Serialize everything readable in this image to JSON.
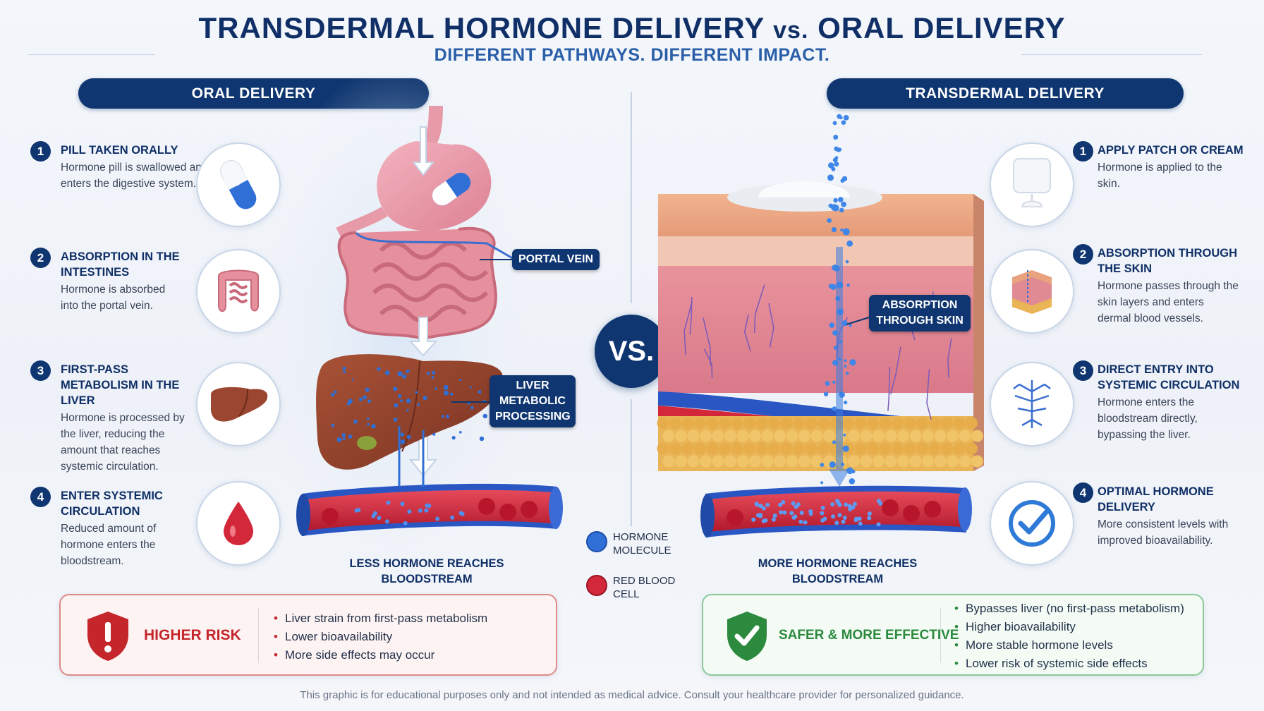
{
  "header": {
    "title_part1": "TRANSDERMAL HORMONE DELIVERY",
    "title_vs": "vs.",
    "title_part2": "ORAL DELIVERY",
    "subtitle": "DIFFERENT PATHWAYS. DIFFERENT IMPACT."
  },
  "oral": {
    "section_label": "ORAL DELIVERY",
    "steps": [
      {
        "num": "1",
        "title": "PILL TAKEN ORALLY",
        "desc": "Hormone pill is swallowed and enters the digestive system.",
        "icon": "capsule-icon"
      },
      {
        "num": "2",
        "title": "ABSORPTION IN THE INTESTINES",
        "desc": "Hormone is absorbed into the portal vein.",
        "icon": "intestine-icon"
      },
      {
        "num": "3",
        "title": "FIRST-PASS METABOLISM IN THE LIVER",
        "desc": "Hormone is processed by the liver, reducing the amount that reaches systemic circulation.",
        "icon": "liver-icon"
      },
      {
        "num": "4",
        "title": "ENTER SYSTEMIC CIRCULATION",
        "desc": "Reduced amount of hormone enters the bloodstream.",
        "icon": "blood-drop-icon"
      }
    ],
    "callout_portal": "PORTAL VEIN",
    "callout_liver": "LIVER METABOLIC PROCESSING",
    "result": "LESS HORMONE REACHES BLOODSTREAM",
    "box_title": "HIGHER RISK",
    "box_items": [
      "Liver strain from first-pass metabolism",
      "Lower bioavailability",
      "More side effects may occur"
    ]
  },
  "transdermal": {
    "section_label": "TRANSDERMAL DELIVERY",
    "steps": [
      {
        "num": "1",
        "title": "APPLY PATCH OR CREAM",
        "desc": "Hormone is applied to the skin.",
        "icon": "patch-icon"
      },
      {
        "num": "2",
        "title": "ABSORPTION THROUGH THE SKIN",
        "desc": "Hormone passes through the skin layers and enters dermal blood vessels.",
        "icon": "skin-layers-icon"
      },
      {
        "num": "3",
        "title": "DIRECT ENTRY INTO SYSTEMIC CIRCULATION",
        "desc": "Hormone enters the bloodstream directly, bypassing the liver.",
        "icon": "vessels-icon"
      },
      {
        "num": "4",
        "title": "OPTIMAL HORMONE DELIVERY",
        "desc": "More consistent levels with improved bioavailability.",
        "icon": "checkmark-icon"
      }
    ],
    "callout_skin": "ABSORPTION THROUGH SKIN",
    "result": "MORE HORMONE REACHES BLOODSTREAM",
    "box_title": "SAFER & MORE EFFECTIVE",
    "box_items": [
      "Bypasses liver (no first-pass metabolism)",
      "Higher bioavailability",
      "More stable hormone levels",
      "Lower risk of systemic side effects"
    ]
  },
  "vs_label": "VS.",
  "legend": {
    "hormone": "HORMONE MOLECULE",
    "rbc": "RED BLOOD CELL"
  },
  "footer": "This graphic is for educational purposes only and not intended as medical advice. Consult your healthcare provider for personalized guidance.",
  "colors": {
    "navy": "#0f3670",
    "risk_red": "#c4262b",
    "safe_green": "#2b8a3e",
    "hormone_blue": "#2f6fd6"
  }
}
